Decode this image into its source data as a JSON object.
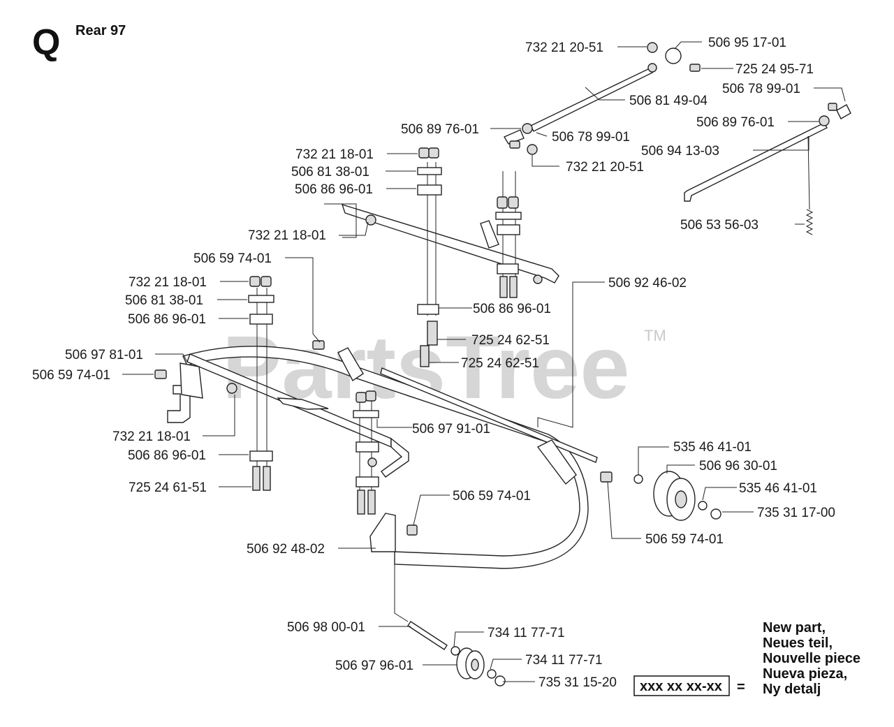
{
  "section": {
    "letter": "Q",
    "title": "Rear 97"
  },
  "watermark": {
    "text": "PartsTree",
    "tm": "TM"
  },
  "parts": [
    "732 21 20-51",
    "506 95 17-01",
    "725 24 95-71",
    "506 81 49-04",
    "506 78 99-01",
    "506 89 76-01",
    "506 78 99-01",
    "506 89 76-01",
    "732 21 18-01",
    "506 94 13-03",
    "732 21 20-51",
    "506 81 38-01",
    "506 86 96-01",
    "732 21 18-01",
    "506 53 56-03",
    "506 59 74-01",
    "506 92 46-02",
    "732 21 18-01",
    "506 81 38-01",
    "506 86 96-01",
    "506 86 96-01",
    "725 24 62-51",
    "506 97 81-01",
    "725 24 62-51",
    "506 59 74-01",
    "506 97 91-01",
    "732 21 18-01",
    "535 46 41-01",
    "506 86 96-01",
    "506 96 30-01",
    "725 24 61-51",
    "535 46 41-01",
    "506 59 74-01",
    "735 31 17-00",
    "506 59 74-01",
    "506 92 48-02",
    "506 98 00-01",
    "734 11 77-71",
    "734 11 77-71",
    "506 97 96-01",
    "735 31 15-20"
  ],
  "legend": {
    "sample": "xxx xx xx-xx",
    "equals": "=",
    "lines": [
      "New part,",
      "Neues teil,",
      "Nouvelle piece",
      "Nueva pieza,",
      "Ny detalj"
    ]
  }
}
